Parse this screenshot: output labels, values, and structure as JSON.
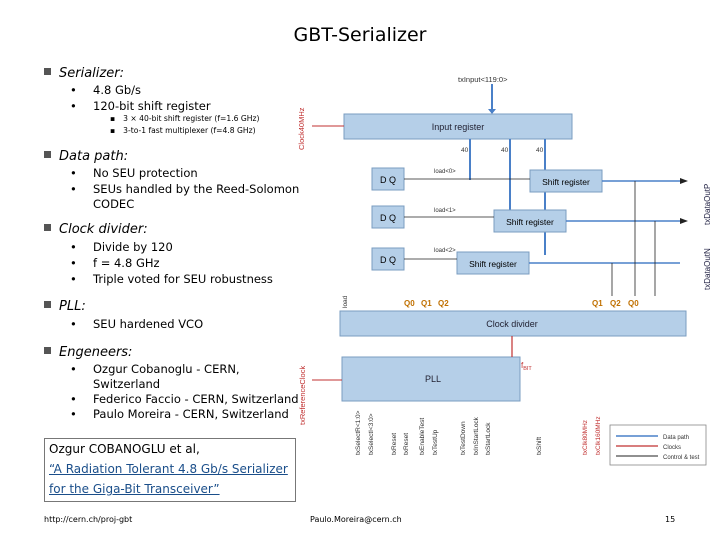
{
  "title": "GBT-Serializer",
  "bullets": {
    "serializer": {
      "heading": "Serializer:",
      "items": [
        "4.8 Gb/s",
        "120-bit shift register"
      ],
      "subitems": [
        "3 × 40-bit shift register (f=1.6 GHz)",
        "3-to-1 fast multiplexer (f=4.8 GHz)"
      ]
    },
    "datapath": {
      "heading": "Data path:",
      "items": [
        "No SEU protection",
        "SEUs handled by the Reed-Solomon CODEC"
      ]
    },
    "clockdiv": {
      "heading": "Clock divider:",
      "items": [
        "Divide by 120",
        "f = 4.8 GHz",
        "Triple voted for SEU robustness"
      ]
    },
    "pll": {
      "heading": "PLL:",
      "items": [
        "SEU hardened VCO"
      ]
    },
    "engineers": {
      "heading": "Engeneers:",
      "items": [
        "Ozgur Cobanoglu - CERN, Switzerland",
        "Federico Faccio - CERN, Switzerland",
        "Paulo Moreira - CERN, Switzerland"
      ]
    }
  },
  "reference": {
    "authors": "Ozgur COBANOGLU et al,",
    "link_line1": "“A Radiation Tolerant 4.8 Gb/s Serializer",
    "link_line2": "for the Giga-Bit Transceiver”"
  },
  "footer": {
    "url": "http://cern.ch/proj-gbt",
    "email": "Paulo.Moreira@cern.ch",
    "page": "15"
  },
  "diagram": {
    "input_label": "txInput<119:0>",
    "input_register": "Input register",
    "bus_width": "40",
    "clk40_label": "Clock40MHz",
    "dq": "D Q",
    "shift_register": "Shift register",
    "load_a": "load<0>",
    "load_b": "load<1>",
    "load_c": "load<2>",
    "q0": "Q0",
    "q1": "Q1",
    "q2": "Q2",
    "load": "load",
    "clock_divider": "Clock divider",
    "pll": "PLL",
    "fbit": "f",
    "fbit_sub": "BIT",
    "out_p": "txDataOutP",
    "out_n": "txDataOutN",
    "ref_clock": "txReferenceClock",
    "pins": [
      "txSelectR<1:0>",
      "txSelectI<3:0>",
      "txReset",
      "txReset",
      "txEnableTest",
      "txTestUp",
      "txTestDown",
      "txInStartLock",
      "txStartLock",
      "txShift",
      "txClk80MHz",
      "txClk160MHz"
    ],
    "legend": [
      "Data path",
      "Clocks",
      "Control & test"
    ]
  }
}
